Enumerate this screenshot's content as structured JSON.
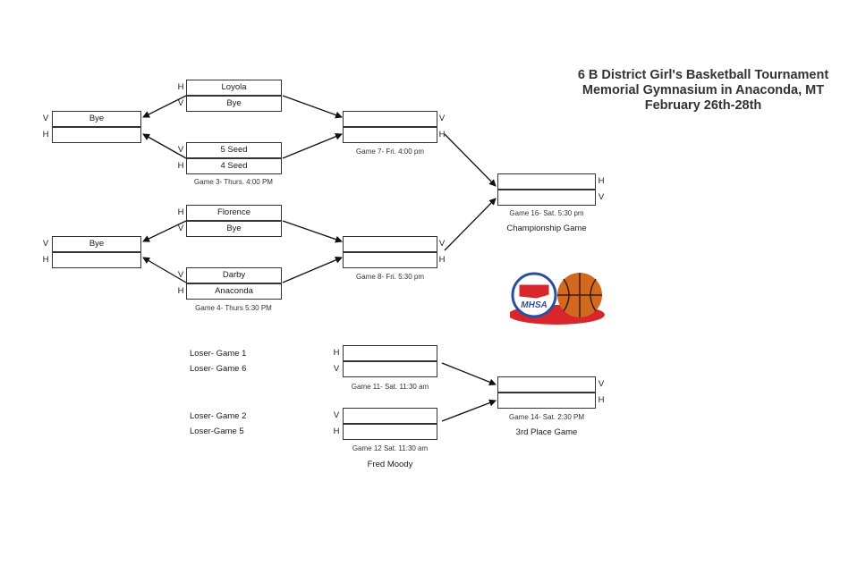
{
  "title": {
    "line1": "6 B District Girl's Basketball Tournament",
    "line2": "Memorial Gymnasium in Anaconda, MT",
    "line3": "February 26th-28th"
  },
  "sides": {
    "home": "H",
    "visitor": "V"
  },
  "teams": {
    "loyola": "Loyola",
    "bye": "Bye",
    "seed5": "5 Seed",
    "seed4": "4 Seed",
    "florence": "Florence",
    "darby": "Darby",
    "anaconda": "Anaconda"
  },
  "games": {
    "game3": "Game 3- Thurs. 4:00 PM",
    "game4": "Game 4- Thurs 5:30 PM",
    "game7": "Game 7- Fri. 4:00 pm",
    "game8": "Game 8- Fri. 5:30 pm",
    "game16": "Game 16- Sat. 5:30 pm",
    "game11": "Game 11- Sat. 11:30 am",
    "game12": "Game 12 Sat. 11:30 am",
    "game14": "Game 14- Sat. 2:30 PM"
  },
  "labels": {
    "championship": "Championship Game",
    "third_place": "3rd Place Game",
    "fred_moody": "Fred Moody"
  },
  "losers": {
    "g1": "Loser- Game 1",
    "g6": "Loser- Game 6",
    "g2": "Loser- Game 2",
    "g5": "Loser-Game 5"
  },
  "logo": {
    "text": "MHSA",
    "colors": {
      "red": "#d9262c",
      "blue": "#2b4fa0",
      "ball": "#d2691e"
    }
  }
}
